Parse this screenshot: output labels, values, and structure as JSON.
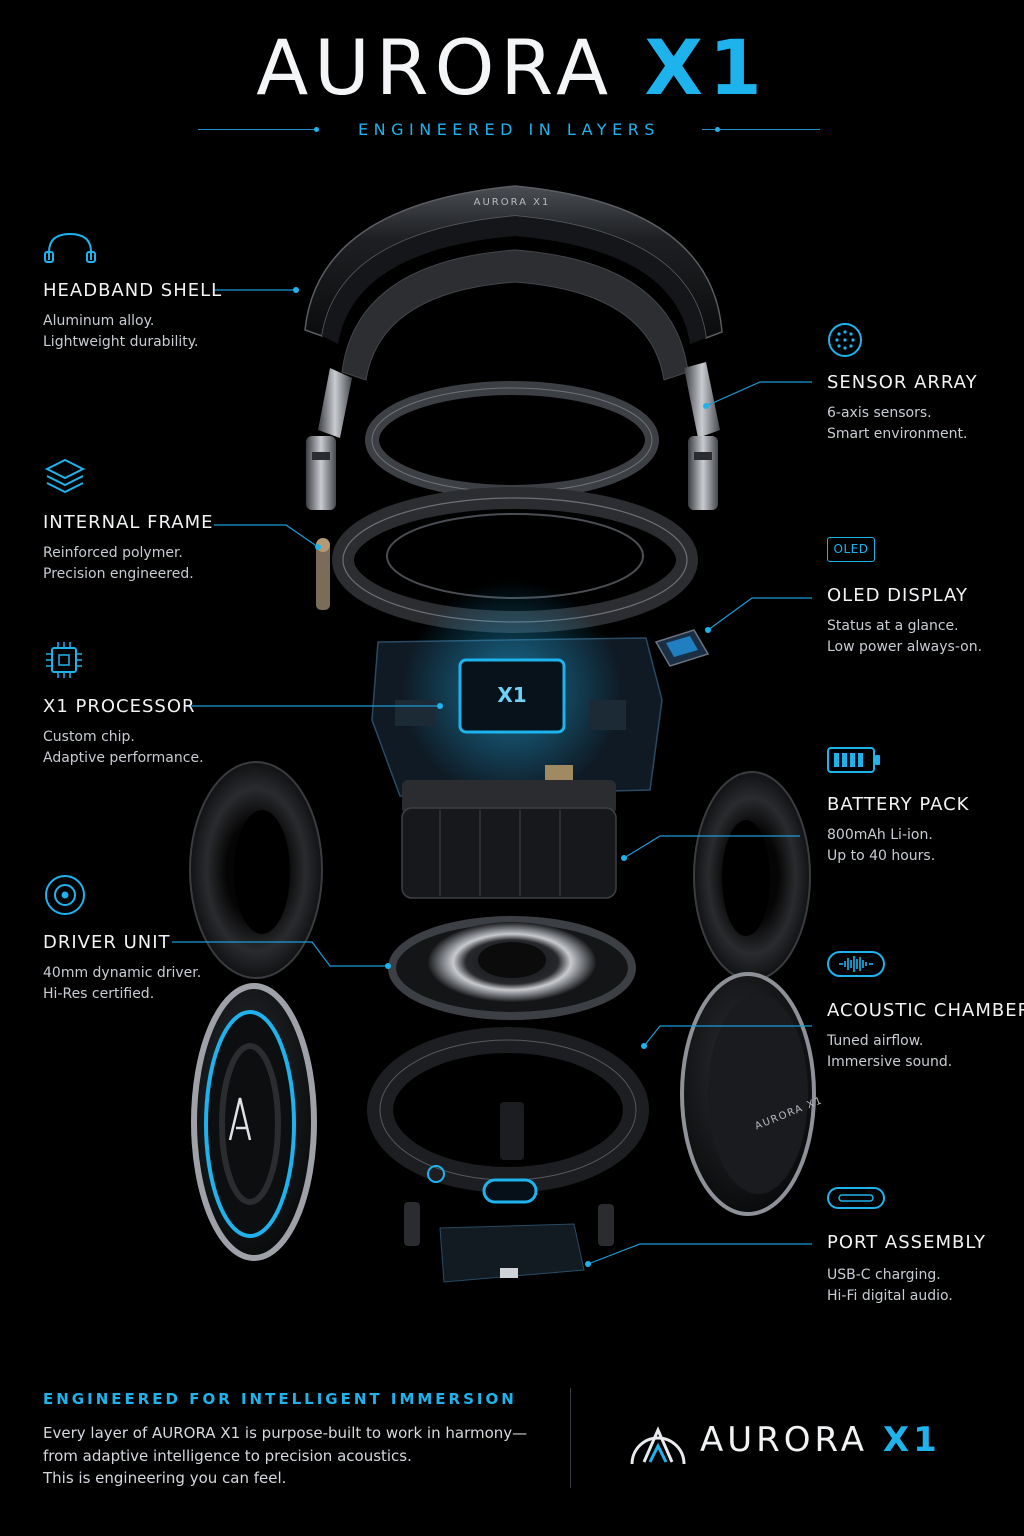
{
  "header": {
    "title_brand": "AURORA",
    "title_model": "X1",
    "tagline": "ENGINEERED IN LAYERS"
  },
  "product": {
    "headband_engraving": "AURORA X1",
    "chip_label": "X1",
    "cup_engraving": "AURORA X1"
  },
  "callouts": {
    "headband": {
      "icon": "headband-icon",
      "title": "HEADBAND SHELL",
      "line1": "Aluminum alloy.",
      "line2": "Lightweight durability."
    },
    "frame": {
      "icon": "layers-icon",
      "title": "INTERNAL FRAME",
      "line1": "Reinforced polymer.",
      "line2": "Precision engineered."
    },
    "processor": {
      "icon": "chip-icon",
      "title": "X1 PROCESSOR",
      "line1": "Custom chip.",
      "line2": "Adaptive performance."
    },
    "driver": {
      "icon": "speaker-icon",
      "title": "DRIVER UNIT",
      "line1": "40mm dynamic driver.",
      "line2": "Hi-Res certified."
    },
    "sensor": {
      "icon": "sensor-grid-icon",
      "title": "SENSOR ARRAY",
      "line1": "6-axis sensors.",
      "line2": "Smart environment."
    },
    "oled": {
      "icon": "oled-badge-icon",
      "badge": "OLED",
      "title": "OLED DISPLAY",
      "line1": "Status at a glance.",
      "line2": "Low power always-on."
    },
    "battery": {
      "icon": "battery-icon",
      "title": "BATTERY PACK",
      "line1": "800mAh Li-ion.",
      "line2": "Up to 40 hours."
    },
    "acoustic": {
      "icon": "waveform-icon",
      "title": "ACOUSTIC CHAMBER",
      "line1": "Tuned airflow.",
      "line2": "Immersive sound."
    },
    "port": {
      "icon": "usb-c-icon",
      "title": "PORT ASSEMBLY",
      "line1": "USB-C charging.",
      "line2": "Hi-Fi digital audio."
    }
  },
  "footer": {
    "heading": "ENGINEERED FOR INTELLIGENT IMMERSION",
    "line1": "Every layer of AURORA X1 is purpose-built to work in harmony—",
    "line2": "from adaptive intelligence to precision acoustics.",
    "line3": "This is engineering you can feel.",
    "logo_brand": "AURORA",
    "logo_model": "X1"
  },
  "colors": {
    "background": "#000000",
    "accent": "#1fb3ee",
    "text": "#f2f3f5",
    "subtext": "#c8ccd3"
  }
}
